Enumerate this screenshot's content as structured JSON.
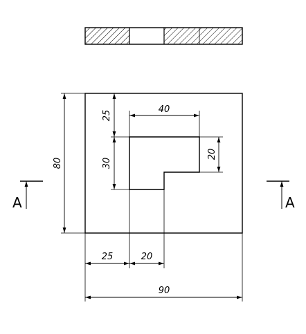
{
  "section_view": {
    "hatch": "diagonal"
  },
  "plan_view": {
    "dimensions": {
      "overall_width": "90",
      "overall_height": "80",
      "left_offset": "25",
      "step_width": "20",
      "top_offset": "25",
      "pocket_width": "40",
      "pocket_height": "30",
      "step_height": "20"
    }
  },
  "section_markers": {
    "left_label": "A",
    "right_label": "A"
  },
  "colors": {
    "line": "#000000",
    "background": "#ffffff"
  }
}
